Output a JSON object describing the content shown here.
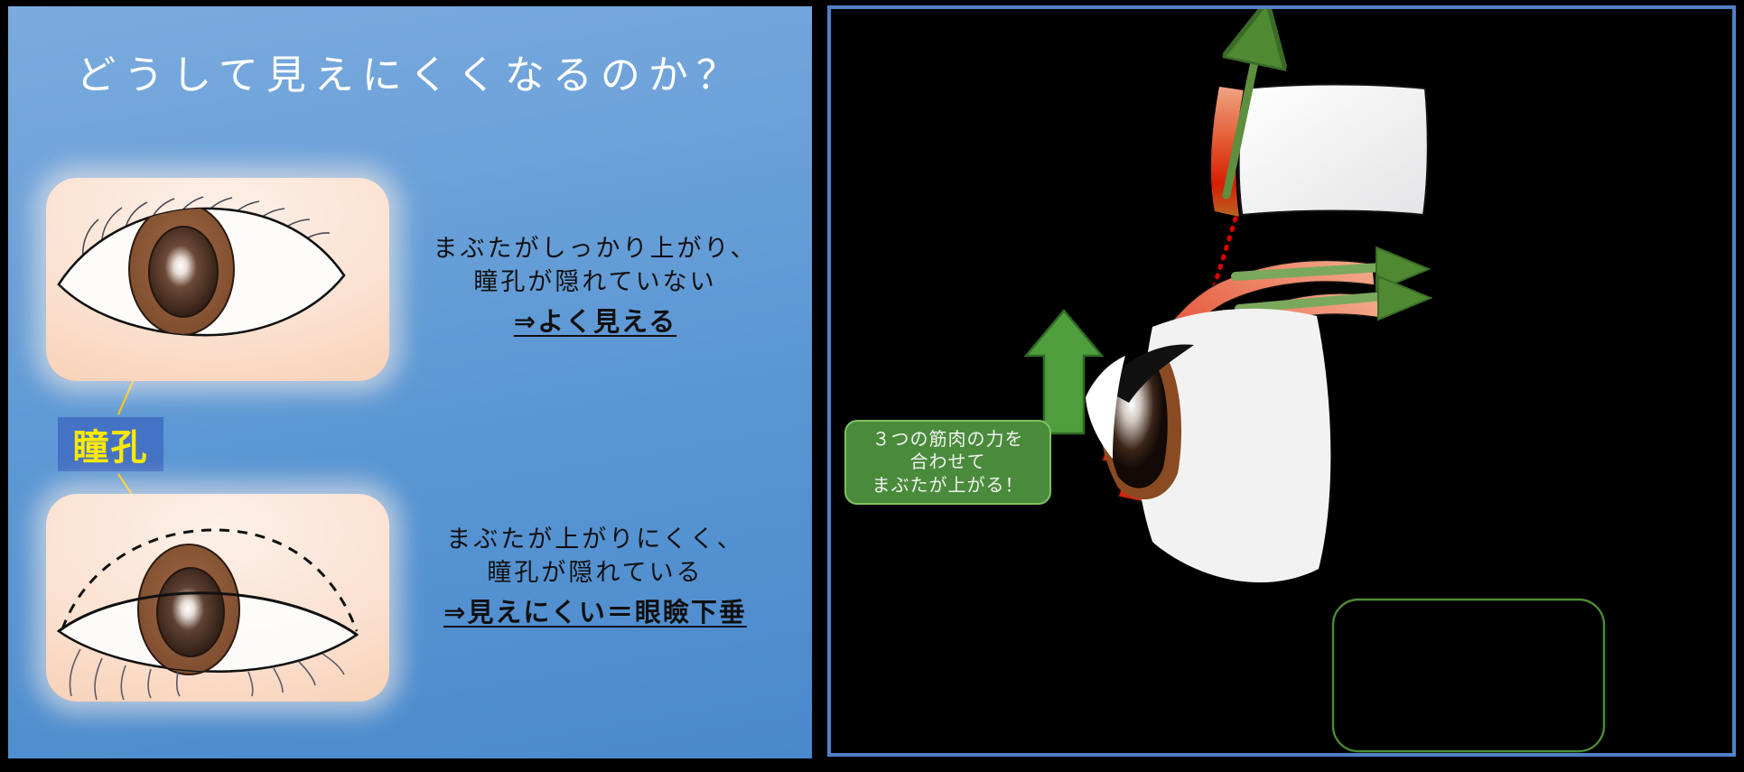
{
  "left_slide": {
    "title": "どうして見えにくくなるのか？",
    "pupil_label": "瞳孔",
    "desc_open": {
      "line1": "まぶたがしっかり上がり、",
      "line2": "瞳孔が隠れていない",
      "line3": "⇒よく見える"
    },
    "desc_ptosis": {
      "line1": "まぶたが上がりにくく、",
      "line2": "瞳孔が隠れている",
      "line3": "⇒見えにくい＝眼瞼下垂"
    },
    "colors": {
      "background_top": "#7aabde",
      "background_bottom": "#4a89cc",
      "title_text": "#ffffff",
      "pupil_label_bg": "#4472c4",
      "pupil_label_text": "#ffe900",
      "pointer_line": "#ffc000",
      "skin": "#f6c8a9",
      "iris": "#8d5a3b",
      "pupil": "#3b241a"
    }
  },
  "right_panel": {
    "callout": {
      "line1": "３つの筋肉の力を",
      "line2": "合わせて",
      "line3": "まぶたが上がる！"
    },
    "empty_textbox_text": "",
    "colors": {
      "background": "#000000",
      "border": "#4f81c7",
      "callout_fill": "#4a8b3b",
      "callout_border": "#7fc263",
      "callout_text": "#f2f2f2",
      "arrow_green": "#4f8a33",
      "muscle_red": "#d81e06",
      "muscle_light": "#ef9a7a",
      "dotted_line": "#e00000",
      "sclera": "#f2f2f2",
      "iris": "#8a4b22"
    },
    "arrow_labels": {
      "up_arrow": "frontalis-force-up",
      "right_arrow_upper": "levator-force-right-upper",
      "right_arrow_lower": "levator-force-right-lower",
      "big_block_arrow": "combined-lift-arrow"
    }
  }
}
